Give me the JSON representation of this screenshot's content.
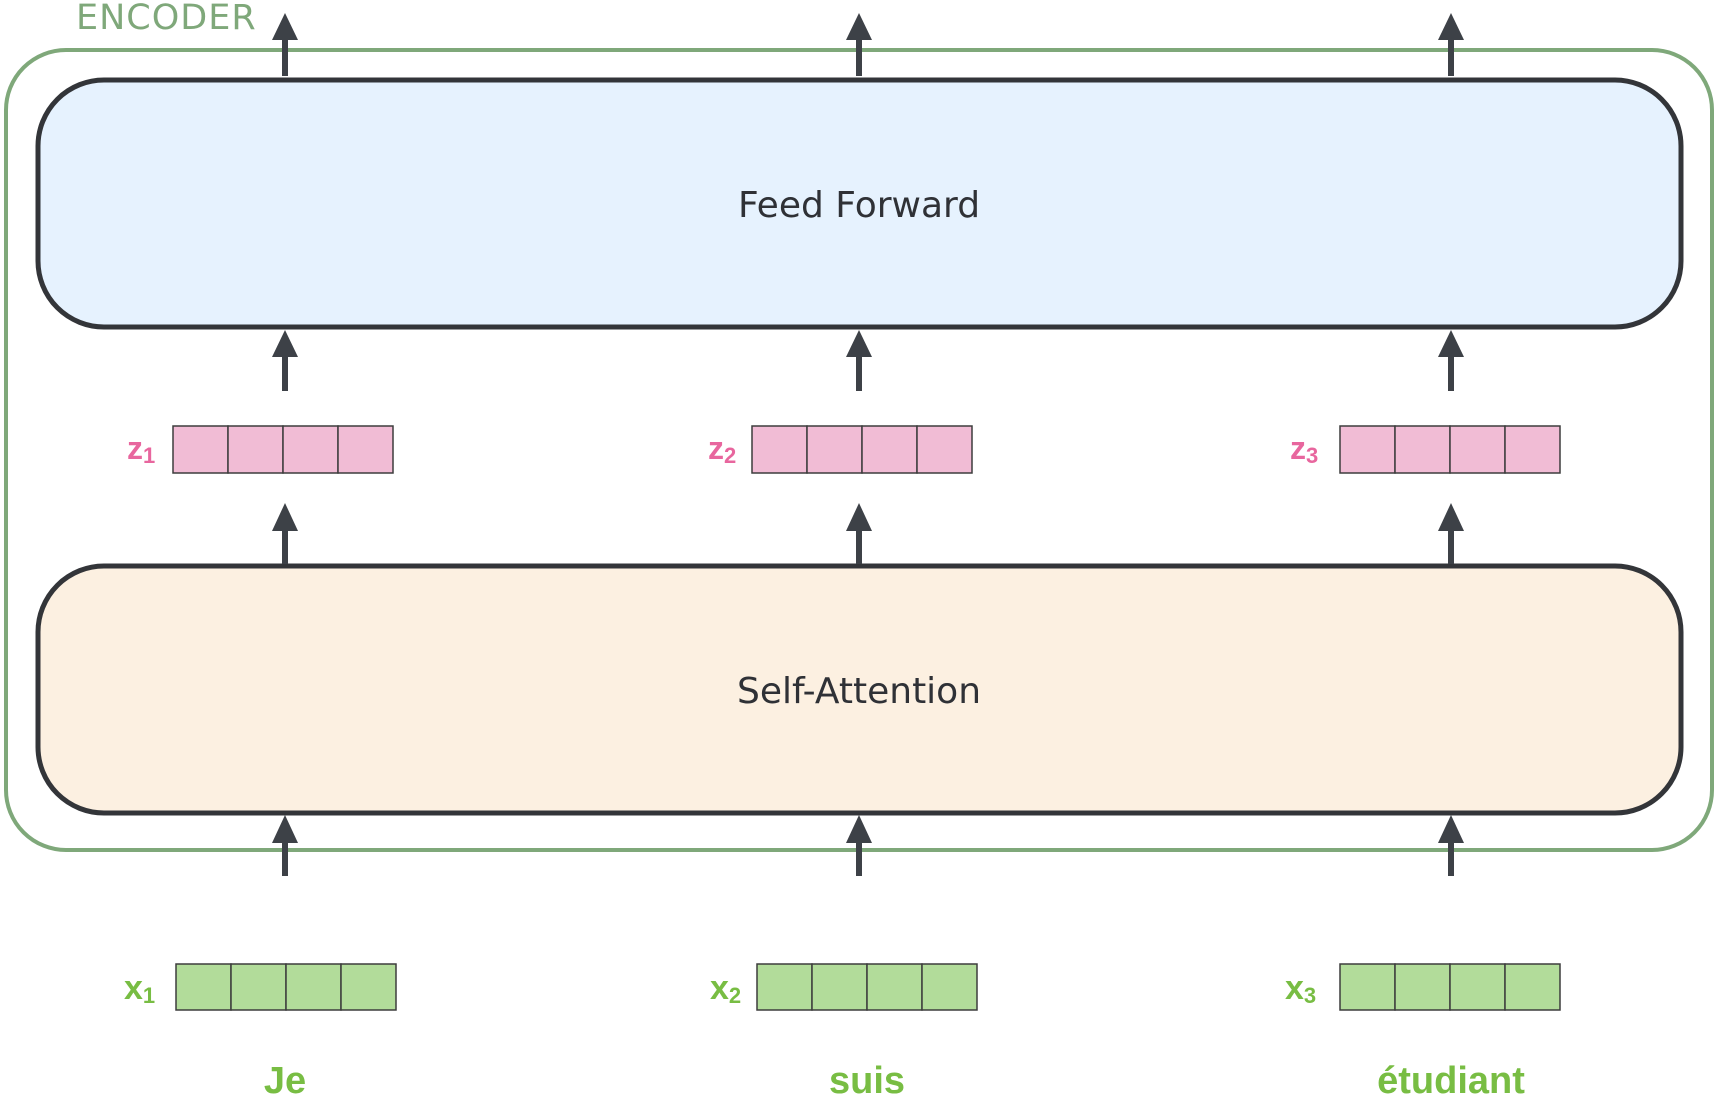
{
  "encoder": {
    "label": "ENCODER",
    "border_color": "#7fa87a"
  },
  "layers": {
    "feed_forward": {
      "label": "Feed Forward",
      "fill": "#e6f2fe"
    },
    "self_attention": {
      "label": "Self-Attention",
      "fill": "#fcf0e1"
    }
  },
  "outputs": [
    {
      "label": "z",
      "subscript": "1",
      "cells": 4
    },
    {
      "label": "z",
      "subscript": "2",
      "cells": 4
    },
    {
      "label": "z",
      "subscript": "3",
      "cells": 4
    }
  ],
  "inputs": [
    {
      "label": "x",
      "subscript": "1",
      "word": "Je",
      "cells": 4
    },
    {
      "label": "x",
      "subscript": "2",
      "word": "suis",
      "cells": 4
    },
    {
      "label": "x",
      "subscript": "3",
      "word": "étudiant",
      "cells": 4
    }
  ],
  "colors": {
    "z_vector": "#f1bcd5",
    "z_label": "#e8669e",
    "x_vector": "#b2dc9a",
    "x_label": "#78bd43",
    "arrow": "#3d4147",
    "layer_border": "#333539"
  }
}
